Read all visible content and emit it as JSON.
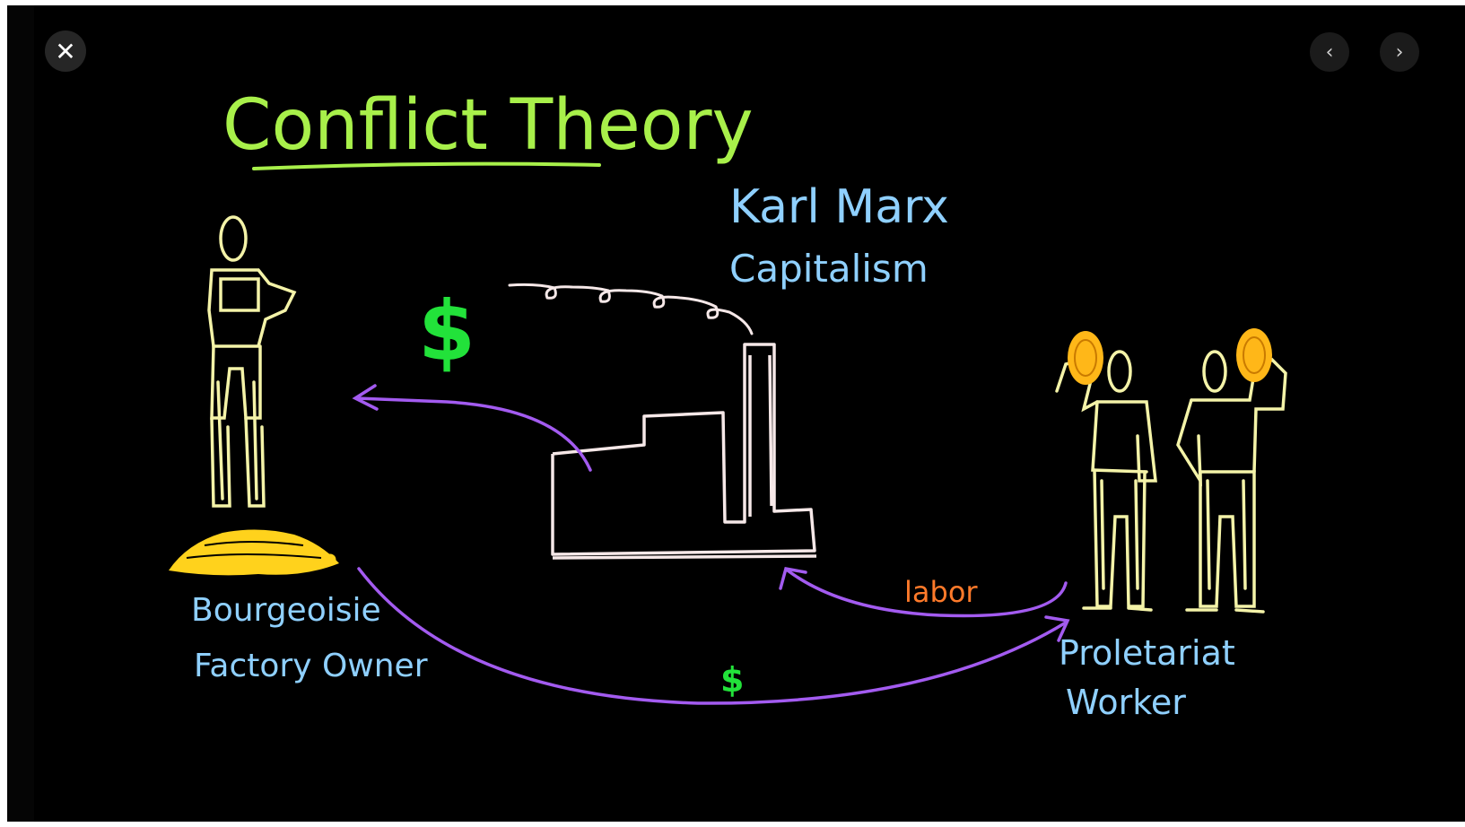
{
  "controls": {
    "close_glyph": "✕",
    "prev_glyph": "‹",
    "next_glyph": "›"
  },
  "board": {
    "title": "Conflict Theory",
    "author": "Karl Marx",
    "concept": "Capitalism",
    "owner_line1": "Bourgeoisie",
    "owner_line2": "Factory Owner",
    "worker_line1": "Proletariat",
    "worker_line2": "Worker",
    "labor_label": "labor",
    "money_symbol_large": "$",
    "money_symbol_small": "$"
  },
  "colors": {
    "title": "#a8f04a",
    "blue_text": "#8fd0ff",
    "figure": "#f4f3a8",
    "gold": "#ffd21c",
    "arrow": "#a35bf0",
    "labor": "#ff7a2a",
    "money": "#22e23a",
    "factory": "#f6e8e8"
  }
}
